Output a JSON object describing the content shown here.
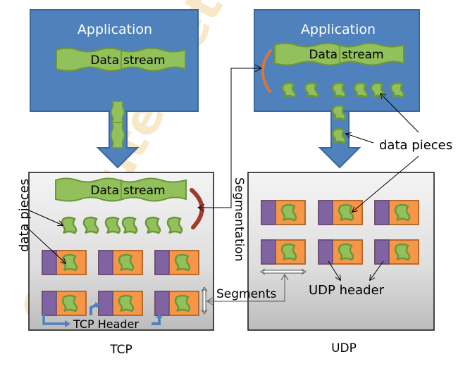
{
  "title": "TCP vs UDP segmentation",
  "watermark": "ComputerNetworkingNotes",
  "colors": {
    "application_box": "#4f81bd",
    "application_border": "#3a67a0",
    "stream_fill": "#92c05a",
    "stream_border": "#6e963c",
    "segment_header": "#8064a2",
    "segment_body": "#f79646",
    "segment_border": "#b86a2a",
    "panel_top": "#f2f2f2",
    "panel_bottom": "#bfbfbf",
    "tcp_arc": "#a13a2e",
    "udp_arc": "#d9773b",
    "header_arrow": "#4f81bd"
  },
  "tcp": {
    "application_label": "Application",
    "stream_label_left": "Data",
    "stream_label_right": "stream",
    "panel_stream_left": "Data",
    "panel_stream_right": "stream",
    "data_pieces_label": "data pieces",
    "header_label": "TCP Header",
    "caption": "TCP",
    "segment_rows": 2,
    "segment_cols": 3,
    "piece_count": 6
  },
  "udp": {
    "application_label": "Application",
    "stream_label_left": "Data",
    "stream_label_right": "stream",
    "data_pieces_label": "data pieces",
    "header_label": "UDP header",
    "caption": "UDP",
    "segment_rows": 2,
    "segment_cols": 3,
    "piece_count": 6
  },
  "shared": {
    "segmentation_label": "Segmentation",
    "segments_label": "Segments"
  }
}
